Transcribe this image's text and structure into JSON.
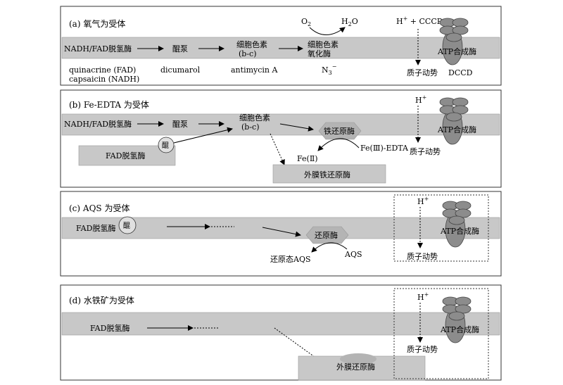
{
  "panels": [
    {
      "title": "(a) 氧气为受体",
      "chain": {
        "nadh": "NADH/FAD脱氢酶",
        "quinone_pump": "醌泵",
        "cyt_bc_line1": "细胞色素",
        "cyt_bc_line2": "(b-c)",
        "oxidase_line1": "细胞色素",
        "oxidase_line2": "氧化酶"
      },
      "o2": "O",
      "o2_sub": "2",
      "h2o_pre": "H",
      "h2o_sub": "2",
      "h2o_post": "O",
      "h_plus": "H",
      "plus_sup": "+",
      "cccp": " + CCCP",
      "atp": "ATP合成酶",
      "pmf": "质子动势",
      "inhibitors": {
        "quinacrine": "quinacrine (FAD)",
        "capsaicin": "capsaicin (NADH)",
        "dicumarol": "dicumarol",
        "antimycin": "antimycin A",
        "azide_pre": "N",
        "azide_sub": "3",
        "azide_sup": "−",
        "dccd": "DCCD"
      }
    },
    {
      "title": "(b) Fe-EDTA 为受体",
      "nadh": "NADH/FAD脱氢酶",
      "quinone_pump": "醌泵",
      "cyt_bc_line1": "细胞色素",
      "cyt_bc_line2": "(b-c)",
      "fe_reductase": "铁还原酶",
      "fad": "FAD脱氢酶",
      "quinone": "醌",
      "fe3": "Fe(Ⅲ)-EDTA",
      "fe2": "Fe(Ⅱ)",
      "outer_reductase": "外膜铁还原酶",
      "h_plus": "H",
      "plus_sup": "+",
      "atp": "ATP合成酶",
      "pmf": "质子动势"
    },
    {
      "title": "(c) AQS 为受体",
      "fad": "FAD脱氢酶",
      "quinone": "醌",
      "reductase": "还原酶",
      "aqs": "AQS",
      "reduced_aqs": "还原态AQS",
      "h_plus": "H",
      "plus_sup": "+",
      "atp": "ATP合成酶",
      "pmf": "质子动势"
    },
    {
      "title": "(d) 水铁矿为受体",
      "fad": "FAD脱氢酶",
      "outer_reductase": "外膜还原酶",
      "h_plus": "H",
      "plus_sup": "+",
      "atp": "ATP合成酶",
      "pmf": "质子动势"
    }
  ],
  "colors": {
    "membrane": "#c8c8c8",
    "enzyme": "#b4b4b4",
    "atp_synthase": "#8c8c8c",
    "border": "#333333"
  }
}
